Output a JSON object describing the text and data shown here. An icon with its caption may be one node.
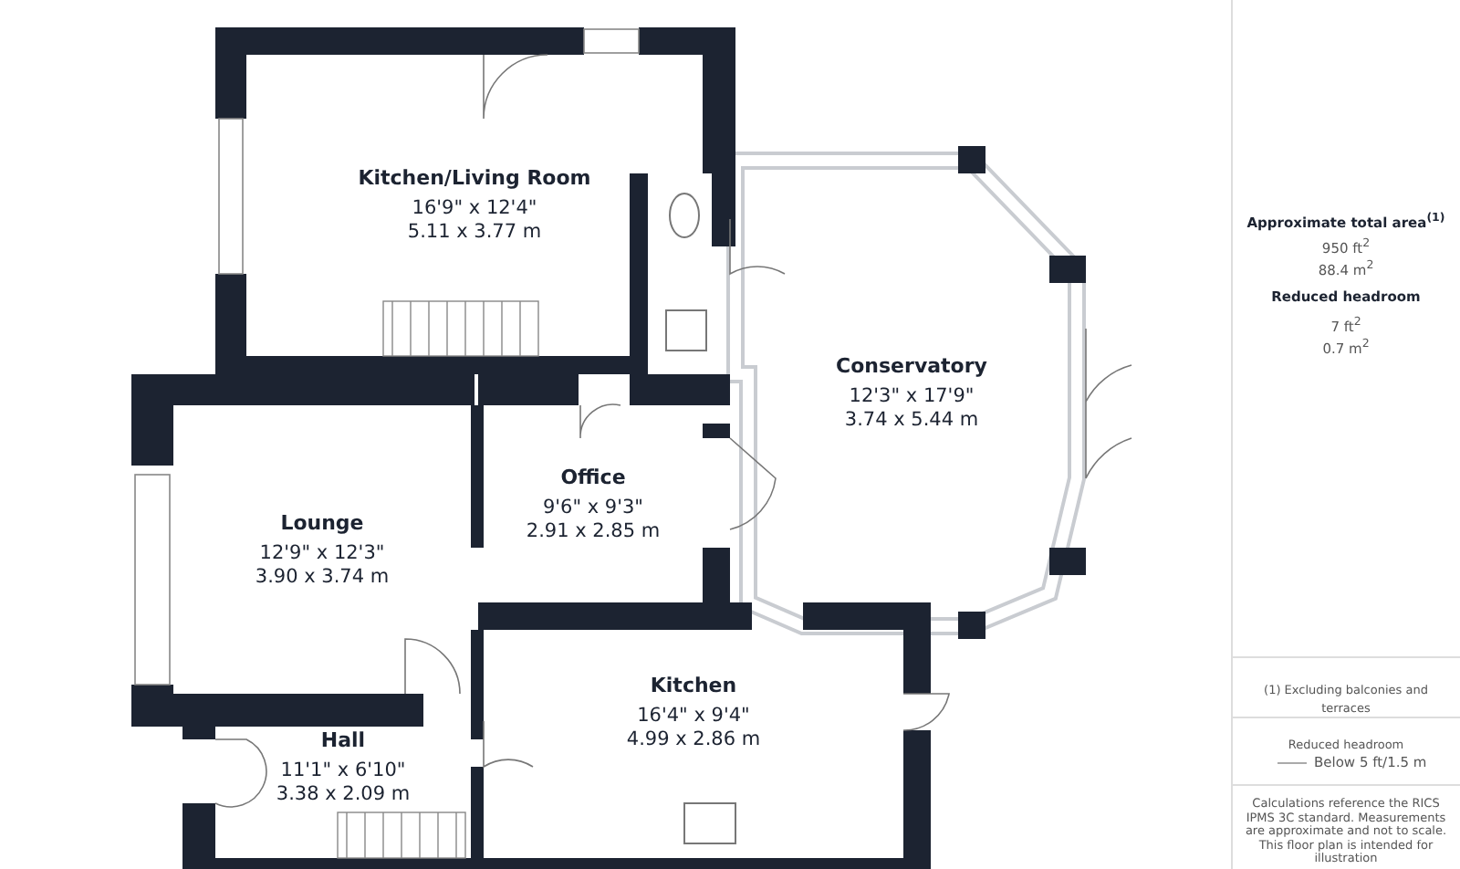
{
  "diagram": {
    "nodes": [
      {
        "text": [
          "Kitchen/Living Room",
          "16'9\" x 12'4\"",
          "5.11 x 3.77 m"
        ]
      },
      {
        "text": [
          "Conservatory",
          "12'3\" x 17'9\"",
          "3.74 x 5.44 m"
        ]
      },
      {
        "text": [
          "Lounge",
          "12'9\" x 12'3\"",
          "3.90 x 3.74 m"
        ]
      },
      {
        "text": [
          "Office",
          "9'6\" x 9'3\"",
          "2.91 x 2.85 m"
        ]
      },
      {
        "text": [
          "Kitchen",
          "16'4\" x 9'4\"",
          "4.99 x 2.86 m"
        ]
      },
      {
        "text": [
          "Hall",
          "11'1\" x 6'10\"",
          "3.38 x 2.09 m"
        ]
      }
    ],
    "labels": [
      "Approximate total area$^{(1)}$",
      "950 ft$^{2}$",
      "88.4 m$^{2}$",
      "Reduced headroom",
      "7 ft$^{2}$",
      "0.7 m$^{2}$",
      "(1) Excluding balconies and terraces",
      "Reduced headroom",
      "Calculations reference the RICS IPMS 3C standard. Measurements are approximate and not to scale. This floor plan is intended for illustration"
    ],
    "legend": [
      {
        "text": "Below 5 ft/1.5 m"
      }
    ]
  }
}
